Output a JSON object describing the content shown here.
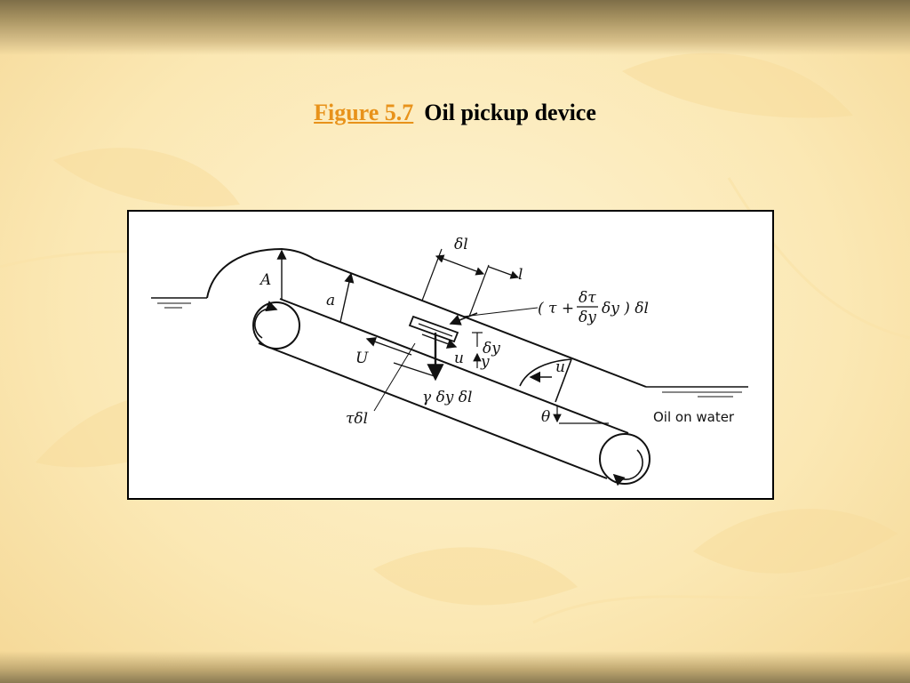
{
  "title": {
    "figure": "Figure 5.7",
    "caption": "Oil pickup device"
  },
  "diagram": {
    "labels": {
      "A": "A",
      "a": "a",
      "U": "U",
      "delta_l": "δl",
      "l": "l",
      "tau_delta_l": "τδl",
      "shear_top_open": "( τ +",
      "dtau": "δτ",
      "dy": "δy",
      "shear_top_close": "δy ) δl",
      "weight": "γ δy δl",
      "u_small": "u",
      "delta_y": "δy",
      "y": "y",
      "u_profile": "u",
      "theta": "θ",
      "oil_on_water": "Oil on water"
    }
  },
  "colors": {
    "accent": "#e8921a",
    "background": "#fbe8b4",
    "frame": "#000000"
  }
}
